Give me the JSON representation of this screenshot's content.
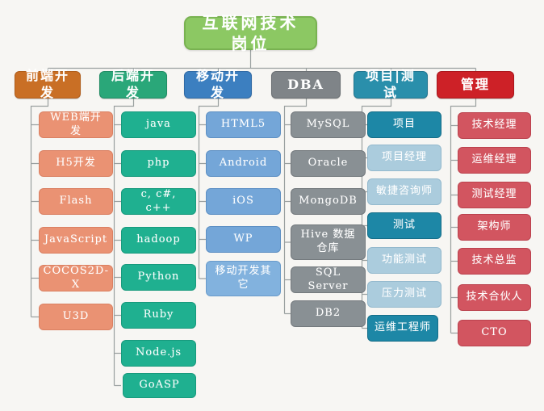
{
  "title": "互联网技术岗位",
  "colors": {
    "background": "#f7f6f3",
    "title_bg": "#8cc863",
    "frontend_header": "#c96f25",
    "frontend_item": "#ea9273",
    "backend_header": "#2aa779",
    "backend_item": "#1fb090",
    "mobile_header": "#3c7fc0",
    "mobile_item": "#74a6d8",
    "dba_header": "#7f8488",
    "dba_item": "#899094",
    "project_header": "#2a8fab",
    "project_item_dark": "#1d87a6",
    "project_item_light": "#abccdd",
    "management_header": "#cd2127",
    "management_item": "#d25560",
    "connector": "#9aa0a0"
  },
  "columns": [
    {
      "header": "前端开发",
      "items": [
        {
          "label": "WEB端开发"
        },
        {
          "label": "H5开发"
        },
        {
          "label": "Flash"
        },
        {
          "label": "JavaScript"
        },
        {
          "label": "COCOS2D-X"
        },
        {
          "label": "U3D"
        }
      ]
    },
    {
      "header": "后端开发",
      "items": [
        {
          "label": "java"
        },
        {
          "label": "php"
        },
        {
          "label": "c, c#, c++"
        },
        {
          "label": "hadoop"
        },
        {
          "label": "Python"
        },
        {
          "label": "Ruby"
        },
        {
          "label": "Node.js"
        },
        {
          "label": "GoASP"
        }
      ]
    },
    {
      "header": "移动开发",
      "items": [
        {
          "label": "HTML5"
        },
        {
          "label": "Android"
        },
        {
          "label": "iOS"
        },
        {
          "label": "WP"
        },
        {
          "label": "移动开发其它"
        }
      ]
    },
    {
      "header": "DBA",
      "items": [
        {
          "label": "MySQL"
        },
        {
          "label": "Oracle"
        },
        {
          "label": "MongoDB"
        },
        {
          "label": "Hive 数据仓库"
        },
        {
          "label": "SQL Server"
        },
        {
          "label": "DB2"
        }
      ]
    },
    {
      "header": "项目|测试",
      "items": [
        {
          "label": "项目",
          "emphasis": true
        },
        {
          "label": "项目经理",
          "emphasis": false
        },
        {
          "label": "敏捷咨询师",
          "emphasis": false
        },
        {
          "label": "测试",
          "emphasis": true
        },
        {
          "label": "功能测试",
          "emphasis": false
        },
        {
          "label": "压力测试",
          "emphasis": false
        },
        {
          "label": "运维工程师",
          "emphasis": true
        }
      ]
    },
    {
      "header": "管理",
      "items": [
        {
          "label": "技术经理"
        },
        {
          "label": "运维经理"
        },
        {
          "label": "测试经理"
        },
        {
          "label": "架构师"
        },
        {
          "label": "技术总监"
        },
        {
          "label": "技术合伙人"
        },
        {
          "label": "CTO"
        }
      ]
    }
  ]
}
